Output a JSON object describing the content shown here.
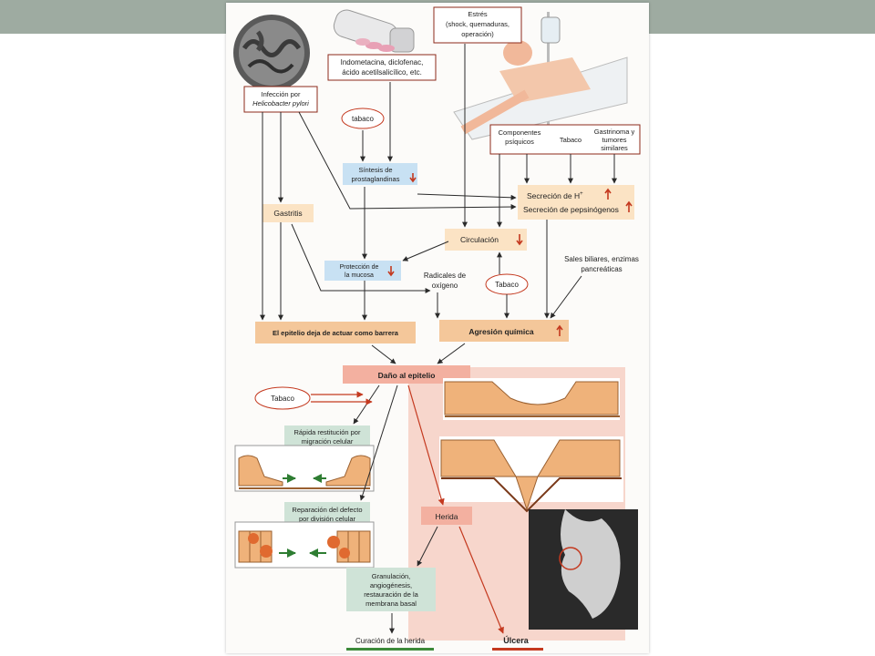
{
  "colors": {
    "topbar": "#9eaba1",
    "box_blue": "#c8e1f3",
    "box_yellow": "#fbe3c4",
    "box_orange": "#f4c79a",
    "box_salmon": "#f3b0a0",
    "box_green": "#cfe3d7",
    "panel_pink": "#f7d6cc",
    "arrow_red": "#c4391f",
    "arrow_dark": "#2a2a2a",
    "cell_orange": "#efb27a",
    "green_underline": "#3c8a3a",
    "red_underline": "#c4391f"
  },
  "labels": {
    "helicobacter_1": "Infección por",
    "helicobacter_2": "Helicobacter pylori",
    "nsaid_1": "Indometacina, diclofenac,",
    "nsaid_2": "ácido acetilsalicílico, etc.",
    "stress_1": "Estrés",
    "stress_2": "(shock, quemaduras,",
    "stress_3": "operación)",
    "tabaco_top": "tabaco",
    "comp_psiq_1": "Componentes",
    "comp_psiq_2": "psíquicos",
    "tabaco_mid": "Tabaco",
    "gastrinoma_1": "Gastrinoma y",
    "gastrinoma_2": "tumores",
    "gastrinoma_3": "similares",
    "prostag_1": "Síntesis de",
    "prostag_2": "prostaglandinas",
    "secrecion_h": "Secreción de H",
    "secrecion_h_sup": "+",
    "secrecion_pep": "Secreción de pepsinógenos",
    "gastritis": "Gastritis",
    "circulacion": "Circulación",
    "proteccion_1": "Protección de",
    "proteccion_2": "la mucosa",
    "radicales_1": "Radicales de",
    "radicales_2": "oxígeno",
    "tabaco_radicales": "Tabaco",
    "sales_1": "Sales biliares, enzimas",
    "sales_2": "pancreáticas",
    "epitelio_barrera": "El epitelio deja de actuar como barrera",
    "agresion": "Agresión química",
    "dano": "Daño al epitelio",
    "tabaco_bottom": "Tabaco",
    "restitucion_1": "Rápida restitución por",
    "restitucion_2": "migración celular",
    "reparacion_1": "Reparación del defecto",
    "reparacion_2": "por división celular",
    "herida": "Herida",
    "granulacion_1": "Granulación,",
    "granulacion_2": "angiogénesis,",
    "granulacion_3": "restauración de la",
    "granulacion_4": "membrana basal",
    "curacion": "Curación de la herida",
    "ulcera": "Úlcera"
  }
}
